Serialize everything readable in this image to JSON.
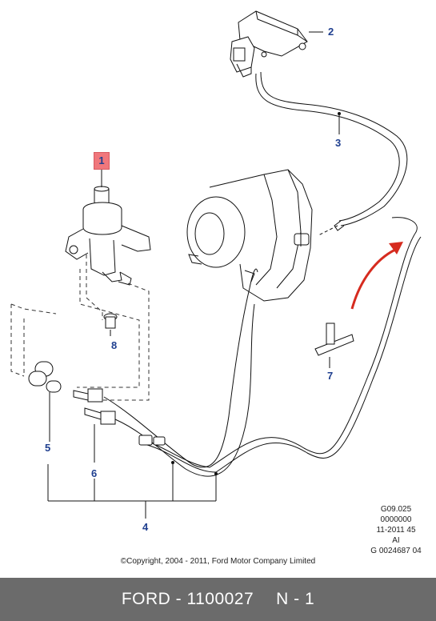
{
  "callouts": {
    "c1": "1",
    "c2": "2",
    "c3": "3",
    "c4": "4",
    "c5": "5",
    "c6": "6",
    "c7": "7",
    "c8": "8"
  },
  "reference": {
    "line1": "G09.025",
    "line2": "0000000",
    "line3": "11-2011 45",
    "line4": "AI",
    "line5": "G 0024687 04"
  },
  "copyright": "©Copyright, 2004 - 2011, Ford Motor Company Limited",
  "footer": {
    "brand_part": "FORD - 1100027",
    "quantity": "N - 1"
  },
  "colors": {
    "callout_text": "#1f3f8f",
    "highlight": "#f0777c",
    "arrow": "#d62b1f",
    "footer_bg": "#6b6b6b"
  }
}
